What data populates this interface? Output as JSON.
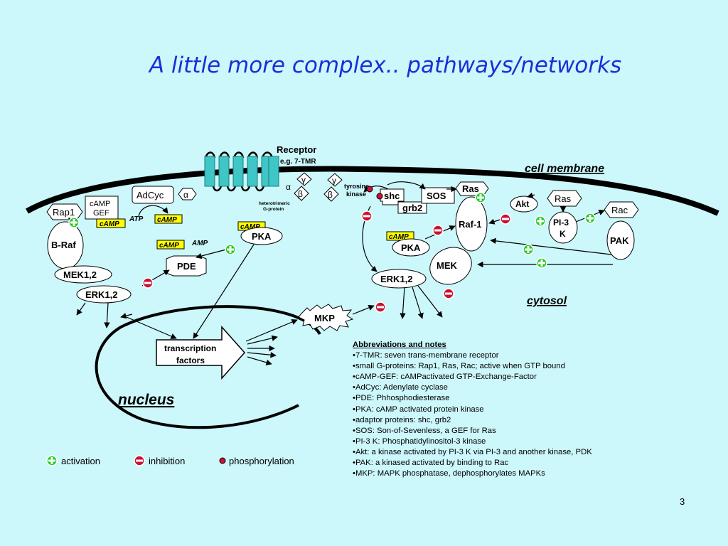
{
  "slide": {
    "title": "A little more complex.. pathways/networks",
    "page_number": "3"
  },
  "regions": {
    "membrane": "cell membrane",
    "cytosol": "cytosol",
    "nucleus": "nucleus"
  },
  "receptor": {
    "label": "Receptor",
    "sublabel": "e.g. 7-TMR",
    "gprotein_line1": "heterotrimeric",
    "gprotein_line2": "G-protein"
  },
  "greek": {
    "alpha": "α",
    "beta": "β",
    "gamma": "γ"
  },
  "nodes": {
    "rap1": "Rap1",
    "camp_gef_1": "cAMP",
    "camp_gef_2": "GEF",
    "adcyc": "AdCyc",
    "camp": "cAMP",
    "atp": "ATP",
    "amp": "AMP",
    "braf": "B-Raf",
    "mek12": "MEK1,2",
    "erk12": "ERK1,2",
    "pde": "PDE",
    "pka": "PKA",
    "tyrosine_kinase_1": "tyrosine",
    "tyrosine_kinase_2": "kinase",
    "shc": "shc",
    "grb2": "grb2",
    "sos": "SOS",
    "ras": "Ras",
    "raf1": "Raf-1",
    "akt": "Akt",
    "pi3k_1": "PI-3",
    "pi3k_2": "K",
    "rac": "Rac",
    "pak": "PAK",
    "mek": "MEK",
    "mkp": "MKP",
    "tf_1": "transcription",
    "tf_2": "factors"
  },
  "legend": {
    "activation": "activation",
    "inhibition": "inhibition",
    "phosphorylation": "phosphorylation"
  },
  "notes": {
    "title": "Abbreviations and notes",
    "items": [
      "•7-TMR: seven  trans-membrane receptor",
      "•small G-proteins: Rap1, Ras, Rac; active when GTP bound",
      "•cAMP-GEF: cAMPactivated GTP-Exchange-Factor",
      "•AdCyc: Adenylate cyclase",
      "•PDE: Phhosphodiesterase",
      "•PKA: cAMP activated protein kinase",
      "•adaptor proteins: shc, grb2",
      "•SOS: Son-of-Sevenless, a GEF for Ras",
      "•PI-3 K: Phosphatidylinositol-3 kinase",
      "•Akt: a kinase activated by PI-3 K via PI-3 and another kinase, PDK",
      "•PAK: a kinased activated by binding to Rac",
      "•MKP: MAPK phosphatase, dephosphorylates MAPKs"
    ]
  },
  "colors": {
    "background": "#ccf7fb",
    "title": "#1a2fd6",
    "receptor": "#3fc6c6",
    "camp_box": "#ffff00",
    "activation": "#22cc22",
    "inhibition": "#cc1133"
  }
}
